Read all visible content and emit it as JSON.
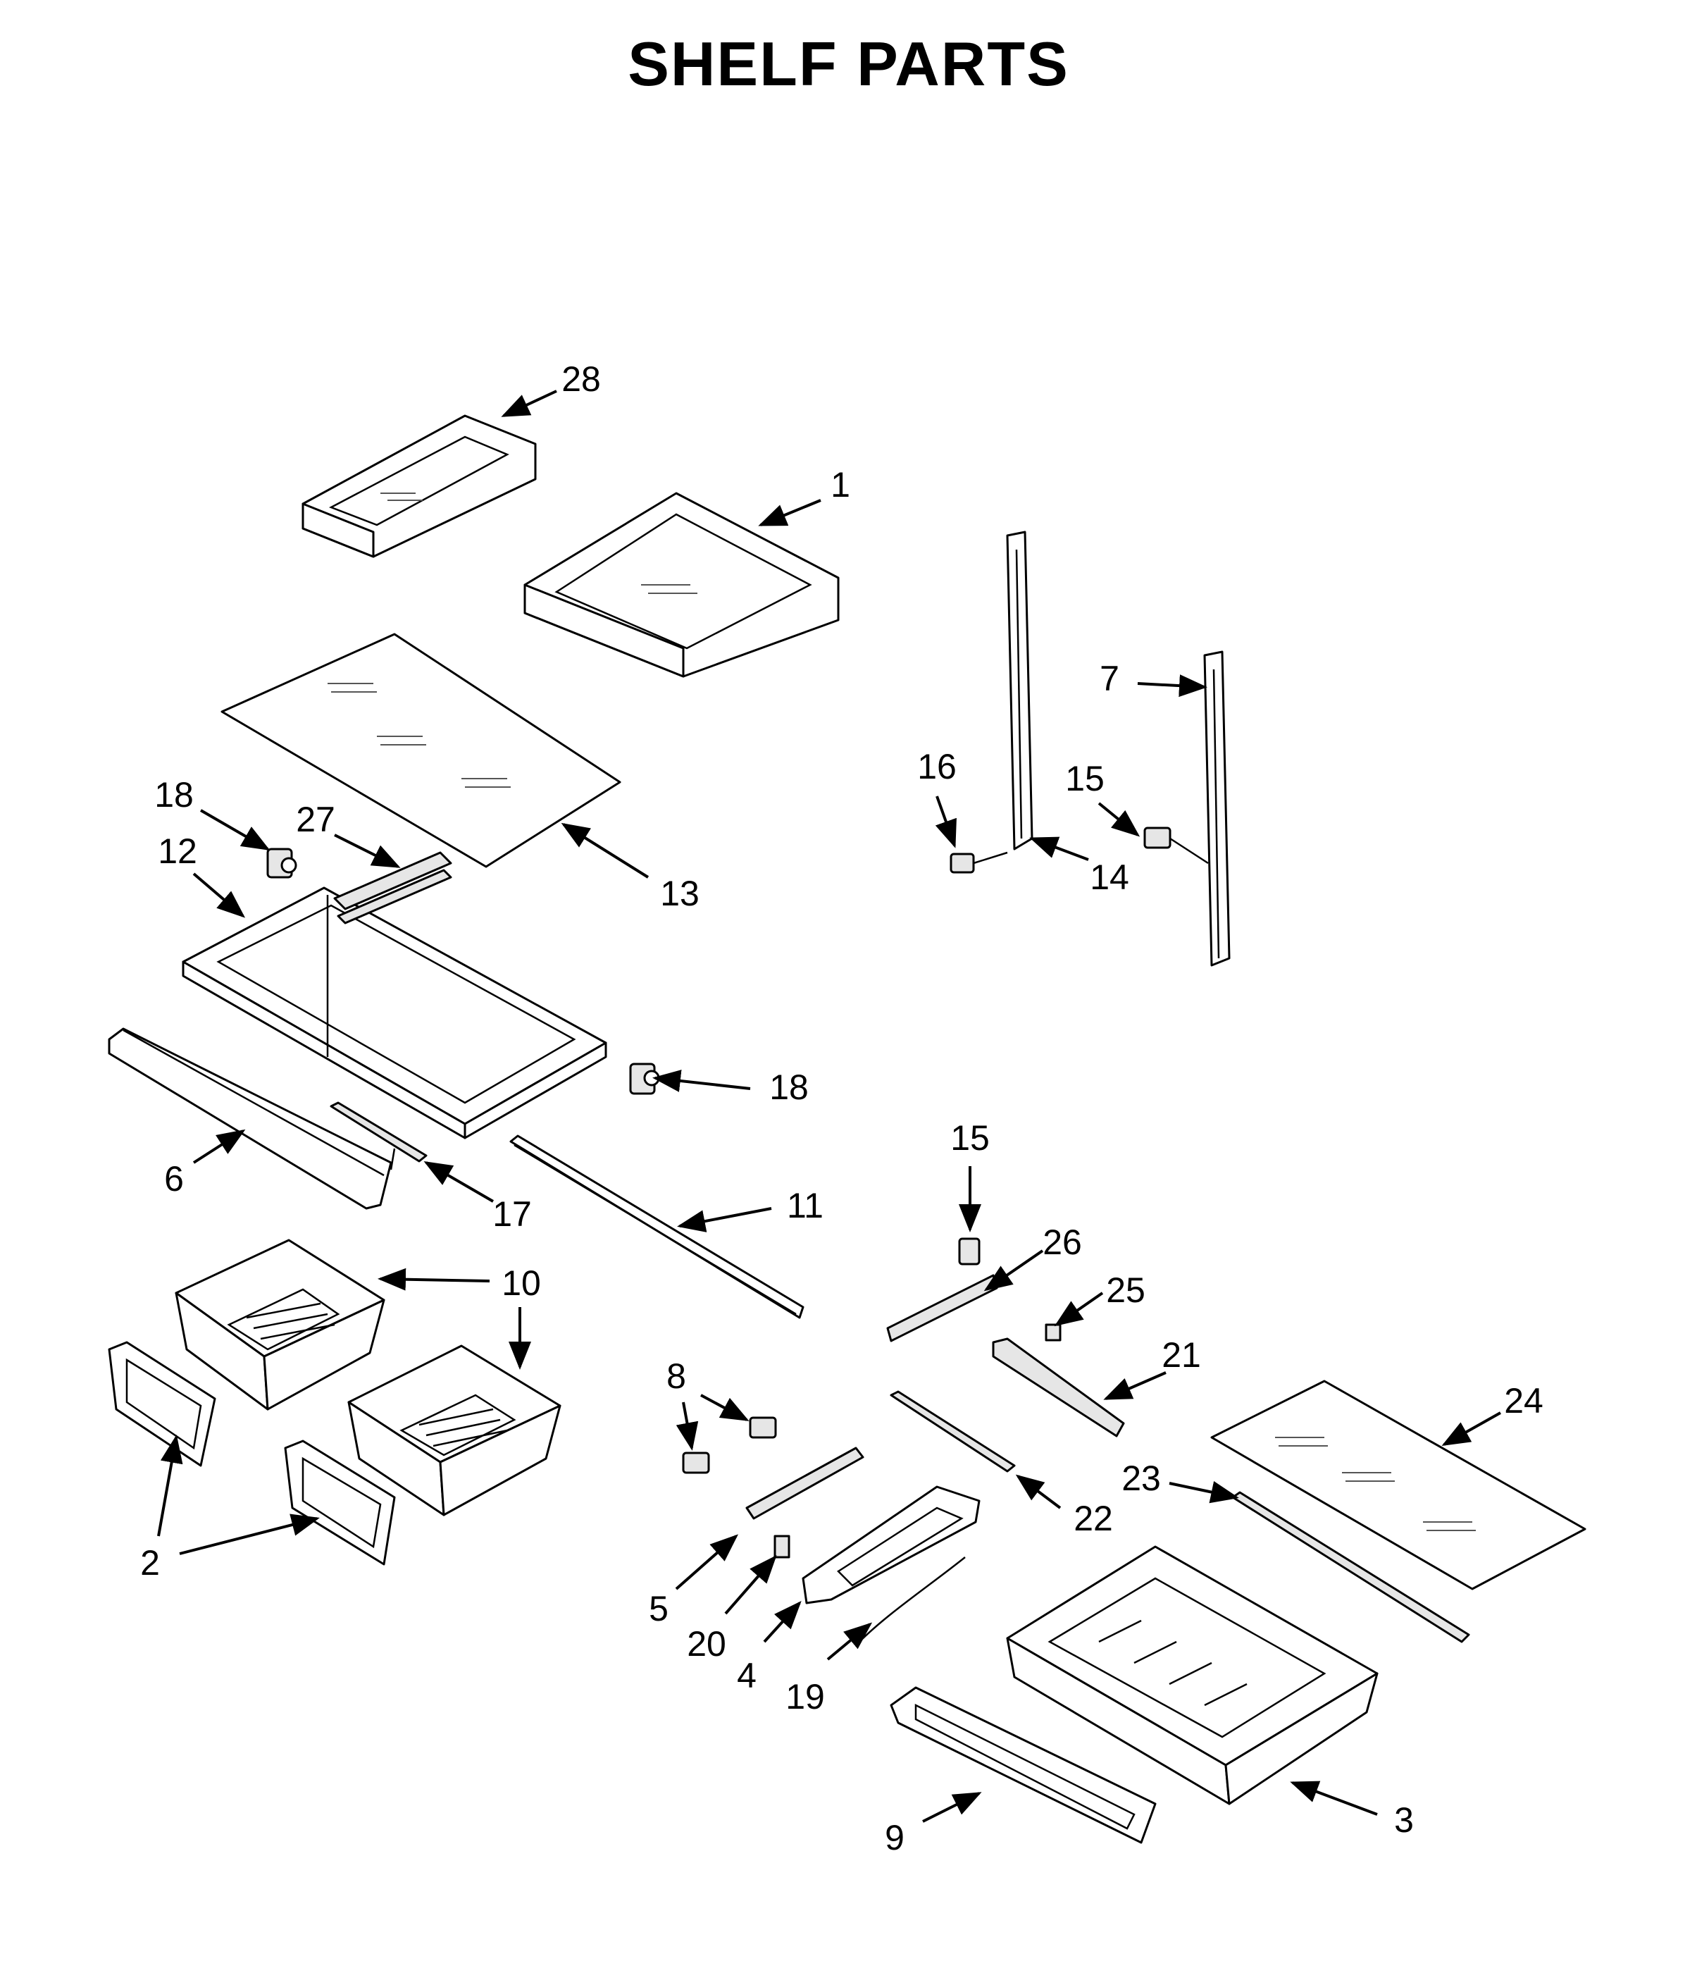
{
  "title": "SHELF PARTS",
  "callouts": [
    {
      "id": "c28",
      "text": "28"
    },
    {
      "id": "c1",
      "text": "1"
    },
    {
      "id": "c13",
      "text": "13"
    },
    {
      "id": "c18a",
      "text": "18"
    },
    {
      "id": "c27",
      "text": "27"
    },
    {
      "id": "c12",
      "text": "12"
    },
    {
      "id": "c18b",
      "text": "18"
    },
    {
      "id": "c6",
      "text": "6"
    },
    {
      "id": "c17",
      "text": "17"
    },
    {
      "id": "c11",
      "text": "11"
    },
    {
      "id": "c10a",
      "text": "10"
    },
    {
      "id": "c10b",
      "text": "10"
    },
    {
      "id": "c2",
      "text": "2"
    },
    {
      "id": "c16",
      "text": "16"
    },
    {
      "id": "c15a",
      "text": "15"
    },
    {
      "id": "c7",
      "text": "7"
    },
    {
      "id": "c14",
      "text": "14"
    },
    {
      "id": "c15b",
      "text": "15"
    },
    {
      "id": "c26",
      "text": "26"
    },
    {
      "id": "c25",
      "text": "25"
    },
    {
      "id": "c21",
      "text": "21"
    },
    {
      "id": "c24",
      "text": "24"
    },
    {
      "id": "c22",
      "text": "22"
    },
    {
      "id": "c23",
      "text": "23"
    },
    {
      "id": "c8",
      "text": "8"
    },
    {
      "id": "c5",
      "text": "5"
    },
    {
      "id": "c20",
      "text": "20"
    },
    {
      "id": "c4",
      "text": "4"
    },
    {
      "id": "c19",
      "text": "19"
    },
    {
      "id": "c3",
      "text": "3"
    },
    {
      "id": "c9",
      "text": "9"
    }
  ]
}
